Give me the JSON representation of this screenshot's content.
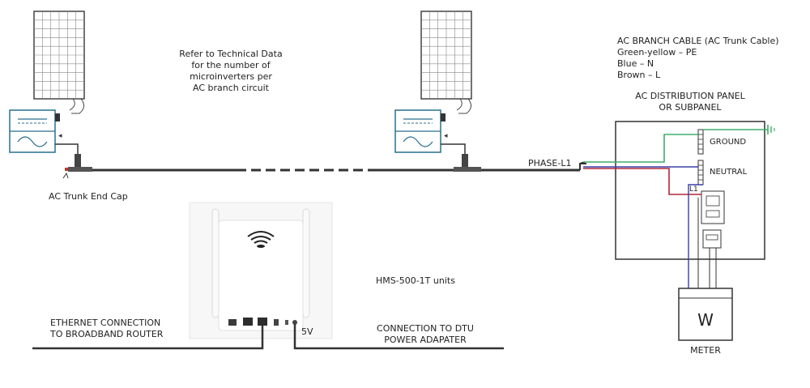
{
  "notes": {
    "technical_data": [
      "Refer to Technical Data",
      "for the number of",
      "microinverters per",
      "AC branch circuit"
    ],
    "cable_legend": [
      "AC BRANCH CABLE (AC Trunk Cable)",
      "Green-yellow – PE",
      "Blue – N",
      "Brown – L"
    ]
  },
  "labels": {
    "end_cap": "AC Trunk End Cap",
    "phase": "PHASE-L1",
    "panel": [
      "AC DISTRIBUTION PANEL",
      "OR SUBPANEL"
    ],
    "ground": "GROUND",
    "neutral": "NEUTRAL",
    "l1": "L1",
    "units": "HMS-500-1T units",
    "ethernet": [
      "ETHERNET CONNECTION",
      "TO BROADBAND ROUTER"
    ],
    "power": [
      "CONNECTION TO DTU",
      "POWER ADAPATER"
    ],
    "five_v": "5V",
    "meter_symbol": "W",
    "meter": "METER"
  },
  "colors": {
    "pe": "#3fae6a",
    "neutral": "#3a3fa8",
    "live": "#b0283a",
    "cable": "#333333"
  },
  "icons": [
    "solar-panel-icon",
    "microinverter-icon",
    "dtu-router-icon",
    "wifi-icon",
    "ground-symbol-icon",
    "breaker-icon",
    "meter-icon"
  ]
}
